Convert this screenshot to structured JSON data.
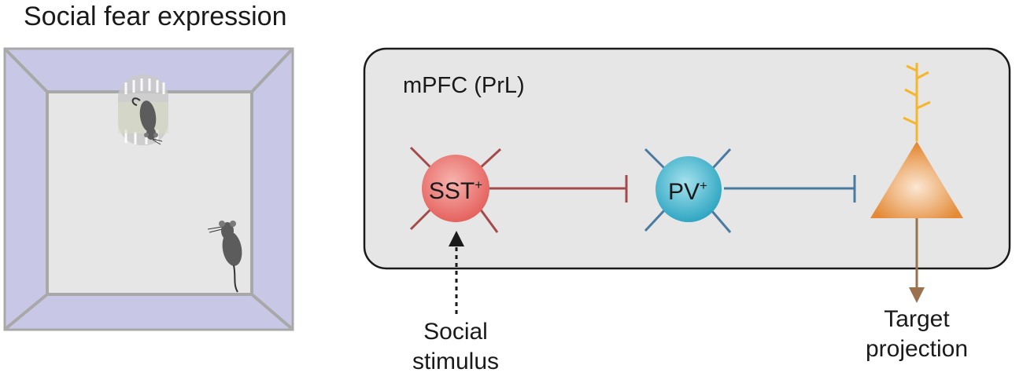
{
  "title": "Social fear expression",
  "region_label": "mPFC (PrL)",
  "cells": {
    "sst": {
      "label": "SST",
      "superscript": "+",
      "color": "#e86a66"
    },
    "pv": {
      "label": "PV",
      "superscript": "+",
      "color": "#3fb0c8"
    },
    "pyramidal": {
      "color": "#e8913e",
      "dendrite_color": "#f5b52c"
    }
  },
  "connection_colors": {
    "sst_to_pv": "#a44a4a",
    "pv_to_pyramidal": "#4a7aa0",
    "projection": "#9a7250"
  },
  "arena_colors": {
    "wall": "#c8c8e6",
    "floor": "#e6e6e6",
    "frame": "#a8a8a8"
  },
  "input_label": [
    "Social",
    "stimulus"
  ],
  "output_label": [
    "Target",
    "projection"
  ]
}
